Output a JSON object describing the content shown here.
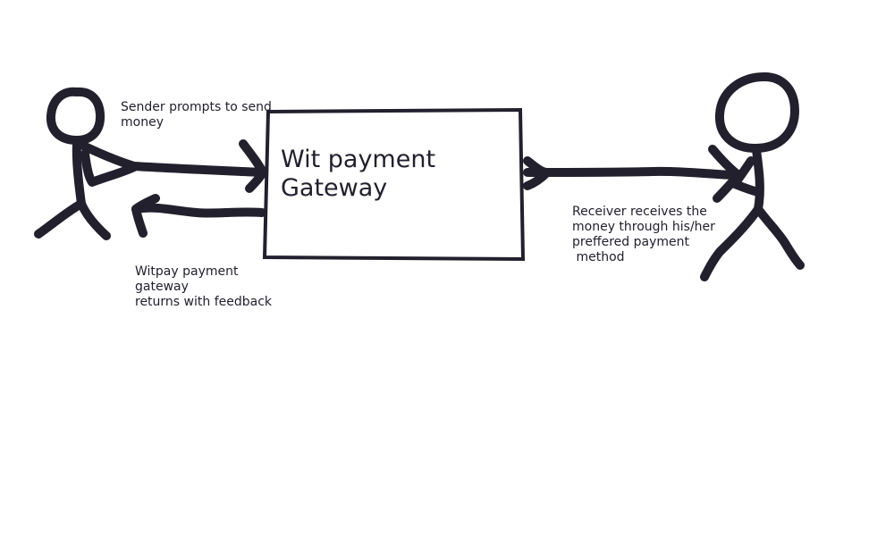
{
  "diagram": {
    "gateway_label": "Wit payment\nGateway",
    "sender_note": "Sender prompts to send\nmoney",
    "feedback_note": "Witpay payment\ngateway\nreturns with feedback",
    "receiver_note": "Receiver receives the\nmoney through his/her\npreffered payment\n method"
  },
  "colors": {
    "ink": "#23202e",
    "background": "#ffffff"
  }
}
